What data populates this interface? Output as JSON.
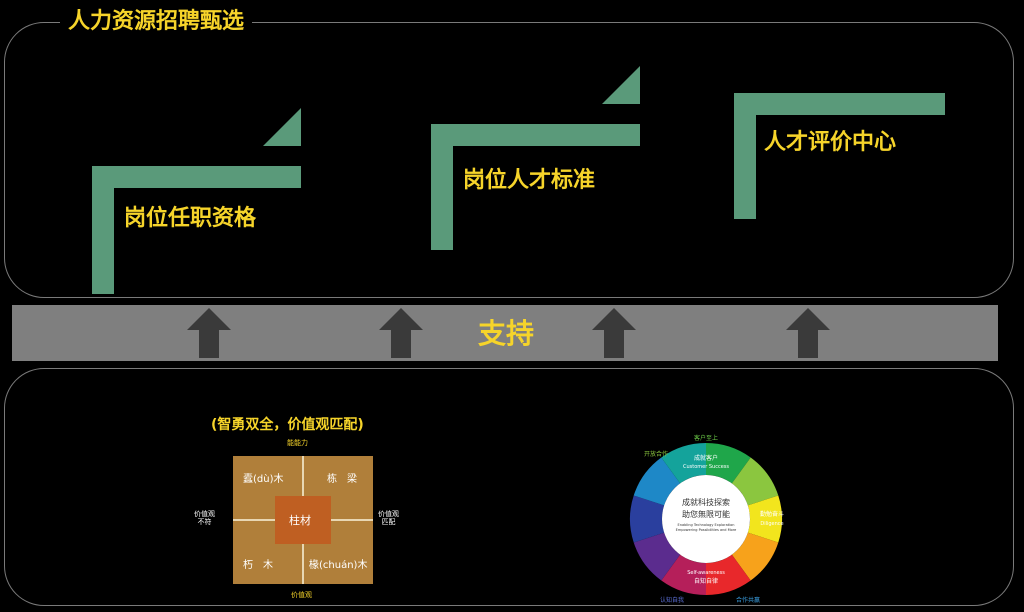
{
  "title": "人力资源招聘甄选",
  "steps": [
    {
      "label": "岗位任职资格"
    },
    {
      "label": "岗位人才标准"
    },
    {
      "label": "人才评价中心"
    }
  ],
  "support": {
    "label": "支持"
  },
  "matrix": {
    "subtitle": "(智勇双全，价值观匹配)",
    "top_axis": "能能力",
    "bottom_axis": "价值观",
    "left_axis": "价值观\n不符",
    "right_axis": "价值观\n匹配",
    "cells": {
      "top_left": "蠹(dù)木",
      "top_right": "栋　梁",
      "center": "柱材",
      "bottom_left": "朽　木",
      "bottom_right": "椽(chuán)木"
    }
  },
  "values_wheel": {
    "center_cn_1": "成就科技探索",
    "center_cn_2": "助您無限可能",
    "center_en_1": "Enabling Technology Exploration",
    "center_en_2": "Empowering Possibilities and More",
    "top_cn": "成就客户",
    "top_en": "Customer Success",
    "bottom_en": "Self-awareness",
    "bottom_cn": "自知自律",
    "right_cn": "勤勉奋斗",
    "right_en": "Diligence",
    "outer_top": "客户至上",
    "outer_top_left": "开放合作",
    "outer_bottom_left": "认知自我",
    "outer_bottom_right": "合作共赢",
    "colors": [
      "#1fa64a",
      "#8bc63f",
      "#f2e51d",
      "#f7a21b",
      "#e8282b",
      "#b51f5a",
      "#5b2c8e",
      "#2a3f9e",
      "#1e88c7",
      "#14a39b"
    ]
  }
}
